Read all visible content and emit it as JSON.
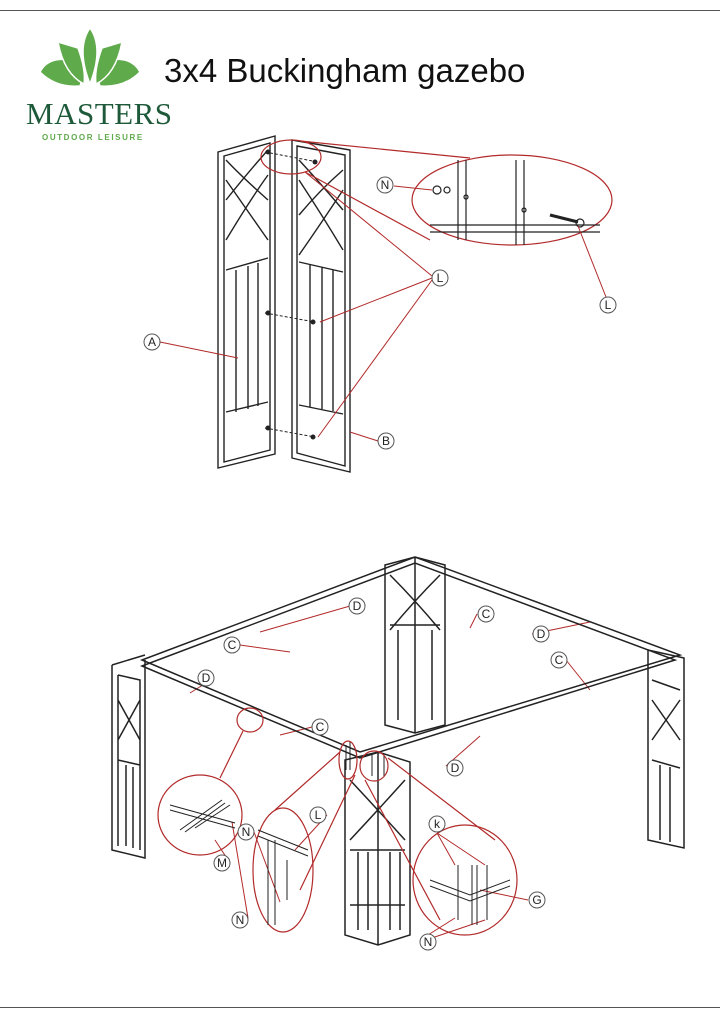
{
  "title": "3x4 Buckingham gazebo",
  "logo": {
    "name": "MASTERS",
    "tagline": "OUTDOOR LEISURE",
    "color": "#5faa4a",
    "text_color": "#1e5a3a"
  },
  "callout_color": "#b22a2a",
  "panels_diagram": {
    "labels": [
      "N",
      "L",
      "L",
      "A",
      "B"
    ]
  },
  "frame_diagram": {
    "labels": [
      "D",
      "C",
      "C",
      "D",
      "C",
      "D",
      "C",
      "D",
      "L",
      "k",
      "N",
      "M",
      "G",
      "N",
      "N"
    ]
  }
}
